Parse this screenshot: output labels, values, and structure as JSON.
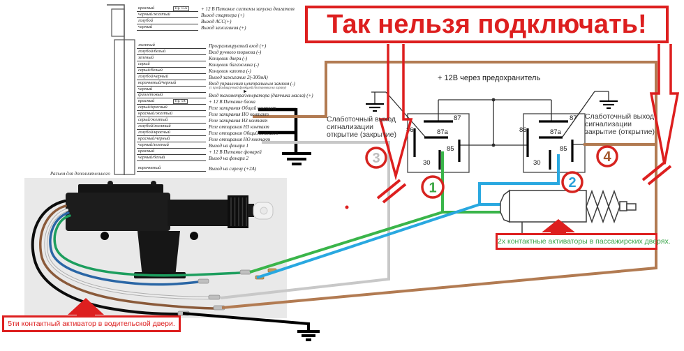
{
  "title": "Так нельзя подключать!",
  "ignition_connector": {
    "rows": [
      {
        "wire": "красный",
        "fuse": "Пр. 15А",
        "desc": "+ 12 В Питание системы запуска двигателя"
      },
      {
        "wire": "черный/желтый",
        "desc": "Выход стартера (+)"
      },
      {
        "wire": "голубой",
        "desc": "Выход АСС(+)"
      },
      {
        "wire": "черный",
        "desc": "Выход зажигания (+)"
      }
    ]
  },
  "main_connector": {
    "rows": [
      {
        "wire": "желтый",
        "desc": "Программируемый вход (+)"
      },
      {
        "wire": "голубой/белый",
        "desc": "Вход ручного тормоза (-)"
      },
      {
        "wire": "зеленый",
        "desc": "Концевик двери (-)"
      },
      {
        "wire": "серый",
        "desc": "Концевик багажника (-)"
      },
      {
        "wire": "серый/белый",
        "desc": "Концевик капота (-)"
      },
      {
        "wire": "голубой/черный",
        "desc": "Выход зажигание 2(-300мА)"
      },
      {
        "wire": "коричневый/черный",
        "desc": "Вход управления центральным замком (-)"
      },
      {
        "wire": "черный",
        "desc": "",
        "arrow": "►"
      },
      {
        "wire": "фиолетовый",
        "desc": "Вход тахометра/генератора (датчика масла) (+)"
      },
      {
        "wire": "красный",
        "fuse": "Пр. 5А",
        "desc": "+ 12 В Питание блока"
      },
      {
        "wire": "серый/красный",
        "desc": "Реле запирания Общий контакт"
      },
      {
        "wire": "красный/желтый",
        "desc": "Реле запирания НО контакт"
      },
      {
        "wire": "серый/желтый",
        "desc": "Реле запирания НЗ контакт"
      },
      {
        "wire": "голубой/желтый",
        "desc": "Реле отпирания НЗ контакт"
      },
      {
        "wire": "голубой/красный",
        "desc": "Реле отпирания Общий контакт"
      },
      {
        "wire": "красный/черный",
        "desc": "Реле отпирания НО контакт"
      },
      {
        "wire": "черный/зеленый",
        "desc": "Выход на фонари 1"
      },
      {
        "wire": "красный",
        "desc": "+ 12 В Питание фонарей"
      },
      {
        "wire": "черный/белый",
        "desc": "Выход на фонари 2"
      }
    ],
    "central_lock_note": "(с программируемой функцией постановки на охрану)",
    "siren_row": {
      "wire": "коричневый",
      "desc": "Выход на сирену (+2А)"
    },
    "footer": "Разъем для дополнительного"
  },
  "schematic": {
    "power_label": "+ 12В через предохранитель",
    "relay_pins": {
      "p87": "87",
      "p86": "86",
      "p87a": "87а",
      "p85": "85",
      "p30": "30"
    },
    "output_left": {
      "line1": "Слаботочный выход",
      "line2": "сигнализации",
      "line3": "открытие (закрытие)"
    },
    "output_right": {
      "line1": "Слаботочный выход",
      "line2": "сигнализации",
      "line3": "закрытие (открытие)"
    },
    "markers": {
      "m1": "1",
      "m2": "2",
      "m3": "3",
      "m4": "4"
    }
  },
  "callouts": {
    "passenger": "2х контактные активаторы в пассажирских дверях.",
    "driver": "5ти контактный активатор в водительской двери."
  },
  "colors": {
    "warning_red": "#dd1f1f",
    "green_wire": "#3ab54a",
    "blue_wire": "#29a8e0",
    "grey_wire": "#c8c8c8",
    "brown_wire": "#b27b52",
    "marker1_green": "#3aa544",
    "marker2_blue": "#29a0da",
    "marker3_grey": "#bdbdbd",
    "marker4_brown": "#a2562c"
  }
}
